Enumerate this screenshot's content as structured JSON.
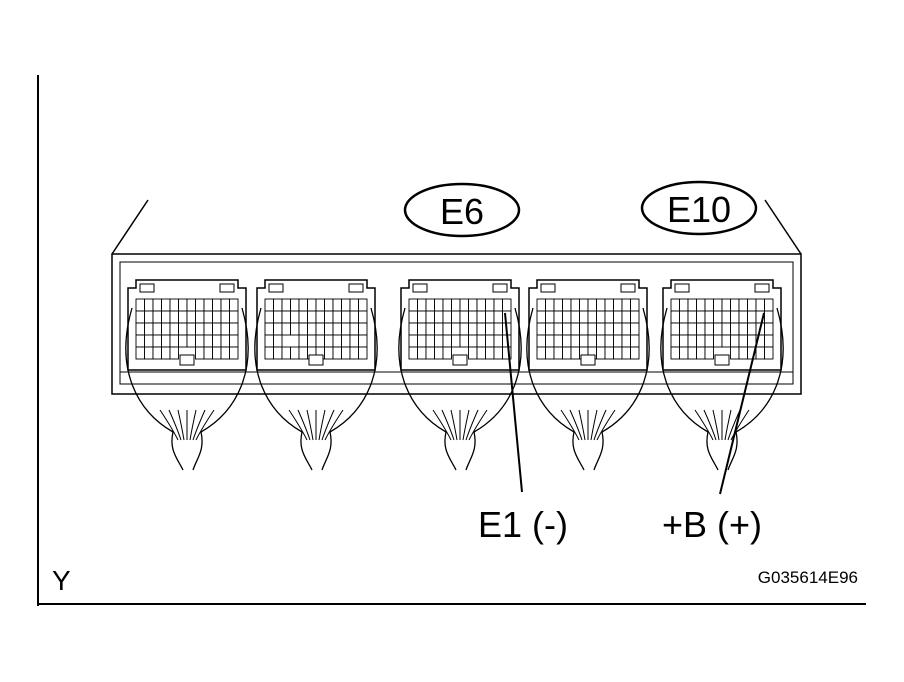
{
  "figure": {
    "view_label": "Y",
    "figure_code": "G035614E96"
  },
  "connectors": [
    {
      "id": "E6",
      "label": "E6"
    },
    {
      "id": "E10",
      "label": "E10"
    }
  ],
  "terminals": [
    {
      "id": "E1",
      "label": "E1 (-)"
    },
    {
      "id": "+B",
      "label": "+B (+)"
    }
  ]
}
